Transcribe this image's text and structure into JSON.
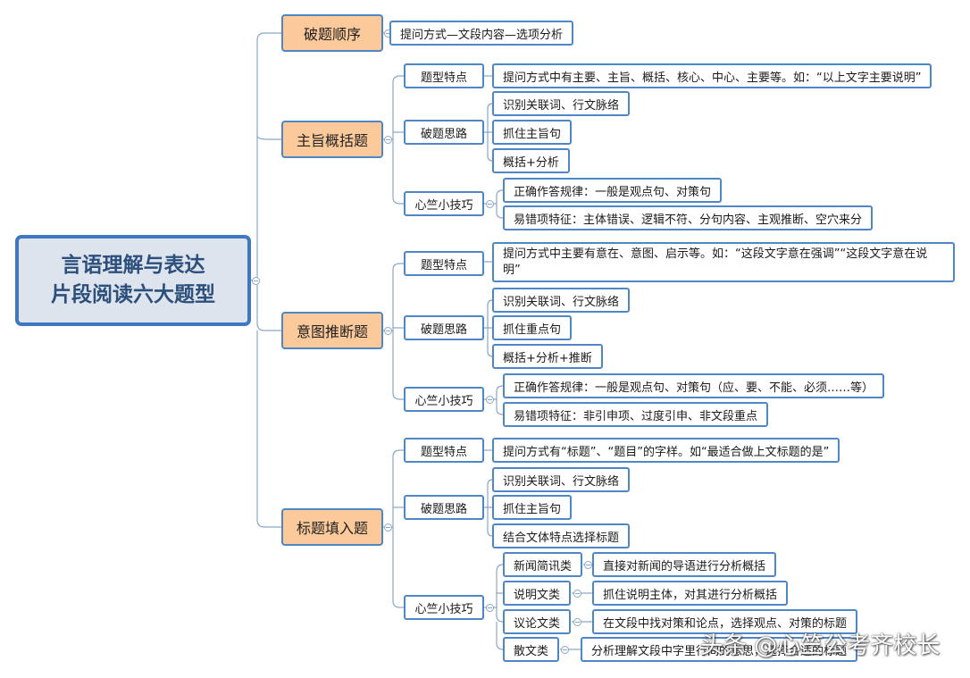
{
  "root": {
    "line1": "言语理解与表达",
    "line2": "片段阅读六大题型"
  },
  "branches": [
    {
      "label": "破题顺序",
      "leaf": "提问方式—文段内容—选项分析"
    },
    {
      "label": "主旨概括题",
      "tixing": {
        "label": "题型特点",
        "text": "提问方式中有主要、主旨、概括、核心、中心、主要等。如：“以上文字主要说明”"
      },
      "poti": {
        "label": "破题思路",
        "items": [
          "识别关联词、行文脉络",
          "抓住主旨句",
          "概括+分析"
        ]
      },
      "jiqiao": {
        "label": "心竺小技巧",
        "items": [
          "正确作答规律：一般是观点句、对策句",
          "易错项特征：主体错误、逻辑不符、分句内容、主观推断、空穴来分"
        ]
      }
    },
    {
      "label": "意图推断题",
      "tixing": {
        "label": "题型特点",
        "text": "提问方式中主要有意在、意图、启示等。如：“这段文字意在强调”“这段文字意在说明”"
      },
      "poti": {
        "label": "破题思路",
        "items": [
          "识别关联词、行文脉络",
          "抓住重点句",
          "概括+分析+推断"
        ]
      },
      "jiqiao": {
        "label": "心竺小技巧",
        "items": [
          "正确作答规律：一般是观点句、对策句（应、要、不能、必须……等）",
          "易错项特征：非引申项、过度引申、非文段重点"
        ]
      }
    },
    {
      "label": "标题填入题",
      "tixing": {
        "label": "题型特点",
        "text": "提问方式有“标题”、“题目”的字样。如“最适合做上文标题的是”"
      },
      "poti": {
        "label": "破题思路",
        "items": [
          "识别关联词、行文脉络",
          "抓住主旨句",
          "结合文体特点选择标题"
        ]
      },
      "jiqiao": {
        "label": "心竺小技巧",
        "subs": [
          {
            "label": "新闻简讯类",
            "text": "直接对新闻的导语进行分析概括"
          },
          {
            "label": "说明文类",
            "text": "抓住说明主体，对其进行分析概括"
          },
          {
            "label": "议论文类",
            "text": "在文段中找对策和论点，选择观点、对策的标题"
          },
          {
            "label": "散文类",
            "text": "分析理解文段中字里行间的意思，选择合适的标题"
          }
        ]
      }
    }
  ],
  "watermark": "头条 @心竺公考齐校长",
  "colors": {
    "border": "#4f86c6",
    "l1_fill": "#fbc99a",
    "root_fill": "#dde4ee",
    "root_border": "#3f78c0",
    "wire": "#8aa6c8"
  }
}
